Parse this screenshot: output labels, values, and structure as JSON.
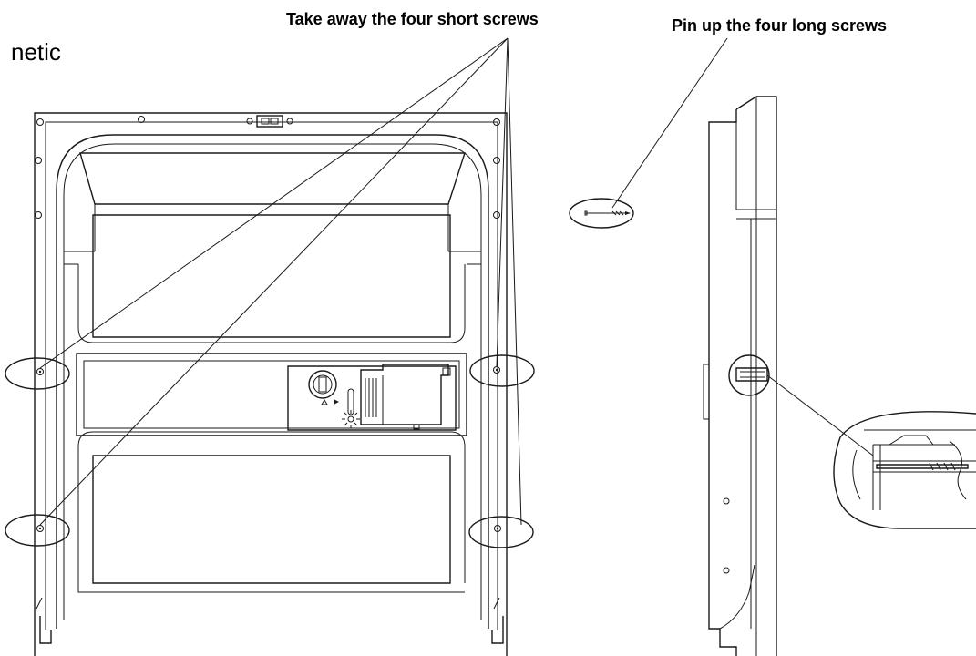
{
  "labels": {
    "cut_text": "netic",
    "short_screws": "Take away the four short screws",
    "long_screws": "Pin up  the four long screws"
  },
  "colors": {
    "line": "#1a1a1a",
    "background": "#ffffff"
  }
}
